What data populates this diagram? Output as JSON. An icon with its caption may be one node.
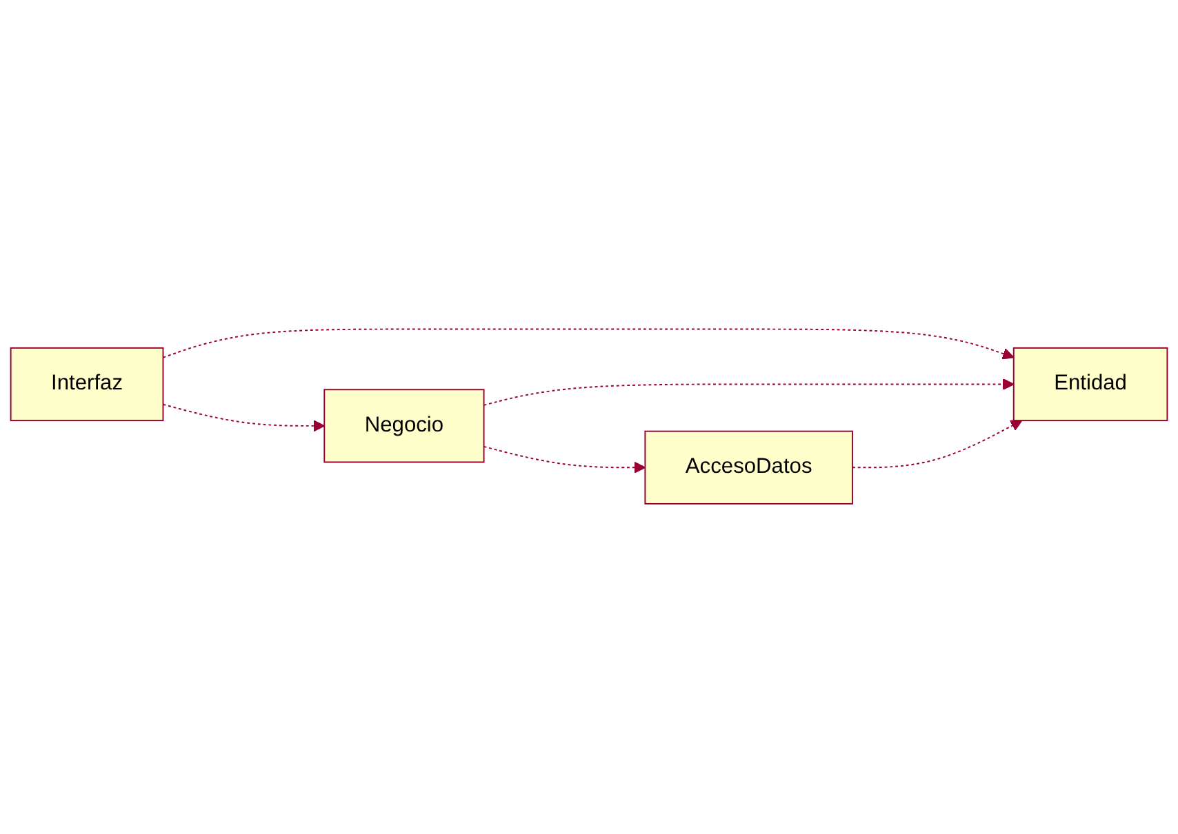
{
  "diagram": {
    "nodes": [
      {
        "text": [
          "Interfaz"
        ]
      },
      {
        "text": [
          "Negocio"
        ]
      },
      {
        "text": [
          "AccesoDatos"
        ]
      },
      {
        "text": [
          "Entidad"
        ]
      }
    ],
    "edges": [
      {
        "from": 0,
        "to": 1,
        "arrow": "to",
        "style": "dashed"
      },
      {
        "from": 1,
        "to": 2,
        "arrow": "to",
        "style": "dashed"
      },
      {
        "from": 0,
        "to": 3,
        "arrow": "to",
        "style": "dashed"
      },
      {
        "from": 1,
        "to": 3,
        "arrow": "to",
        "style": "dashed"
      },
      {
        "from": 2,
        "to": 3,
        "arrow": "to",
        "style": "dashed"
      }
    ]
  }
}
